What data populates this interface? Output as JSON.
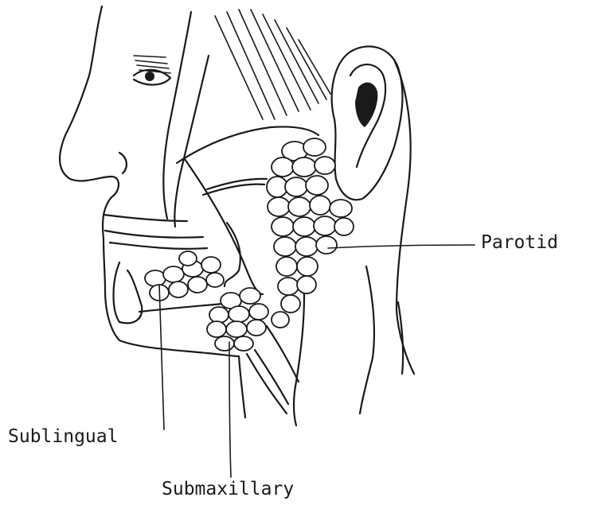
{
  "labels": {
    "parotid": "Parotid",
    "sublingual": "Sublingual",
    "submaxillary": "Submaxillary"
  },
  "colors": {
    "ink": "#1a1a1a",
    "background": "#ffffff"
  }
}
